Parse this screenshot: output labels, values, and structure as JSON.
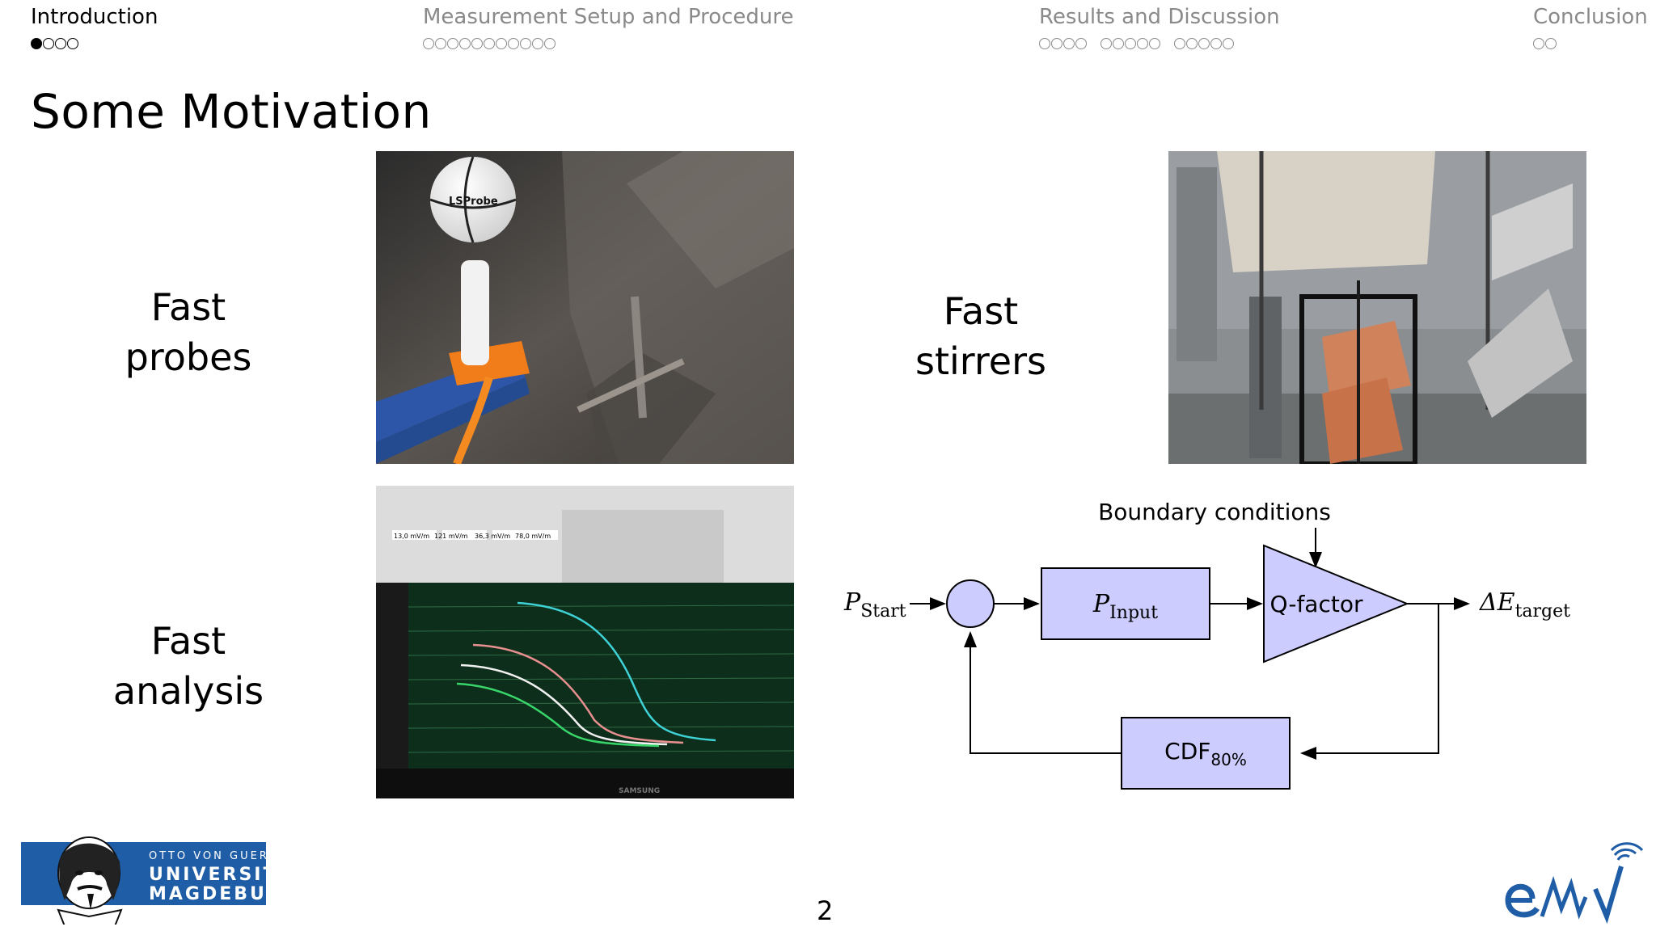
{
  "nav": {
    "sections": [
      {
        "label": "Introduction",
        "groups": [
          4
        ],
        "filled": 1
      },
      {
        "label": "Measurement Setup and Procedure",
        "groups": [
          11
        ],
        "filled": 0
      },
      {
        "label": "Results and Discussion",
        "groups": [
          4,
          5,
          5
        ],
        "filled": 0
      },
      {
        "label": "Conclusion",
        "groups": [
          2
        ],
        "filled": 0
      }
    ]
  },
  "slide": {
    "title": "Some Motivation",
    "captions": {
      "probes": [
        "Fast",
        "probes"
      ],
      "stirrers": [
        "Fast",
        "stirrers"
      ],
      "analysis": [
        "Fast",
        "analysis"
      ]
    },
    "photos": {
      "probe_label": "LSProbe",
      "monitor_brand": "SAMSUNG",
      "screen_readouts": [
        "13,0 mV/m",
        "121 mV/m",
        "36,3 mV/m",
        "78,0 mV/m"
      ]
    },
    "page_number": "2"
  },
  "diagram": {
    "boundary": "Boundary conditions",
    "p_start": {
      "main": "P",
      "sub": "Start"
    },
    "p_input": {
      "main": "P",
      "sub": "Input"
    },
    "qfactor": "Q-factor",
    "delta_e": {
      "main": "ΔE",
      "sub": "target"
    },
    "cdf": {
      "main": "CDF",
      "sub": "80%"
    }
  },
  "footer": {
    "uni_line1": "OTTO VON GUERICKE",
    "uni_line2": "UNIVERSITÄT",
    "uni_line3": "MAGDEBURG",
    "emv_logo": "emv"
  },
  "colors": {
    "block_fill": "#ccccff",
    "logo_blue": "#1f5da6",
    "nav_inactive": "#8a8a8a"
  }
}
